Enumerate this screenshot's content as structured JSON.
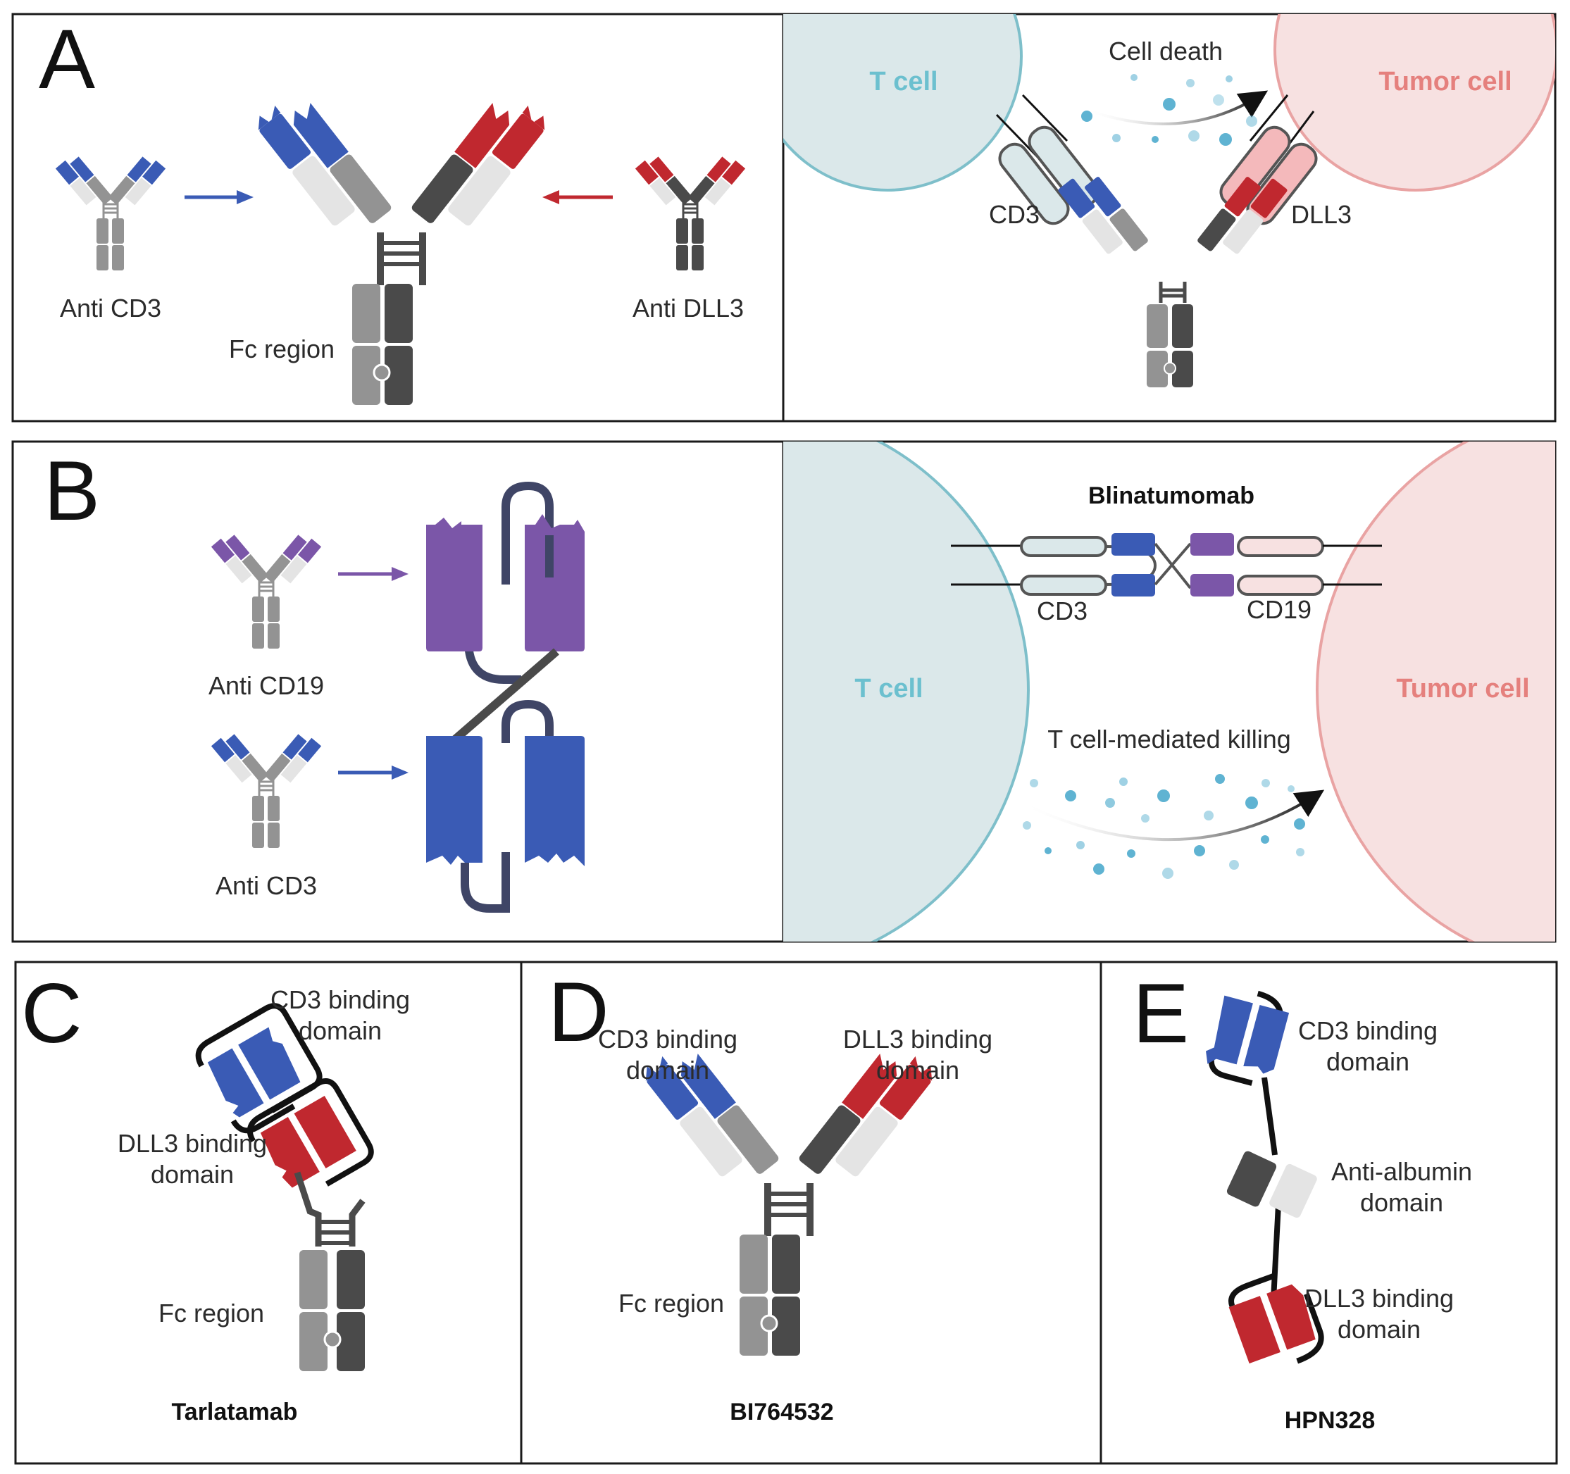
{
  "colors": {
    "blue": "#3a5bb5",
    "red": "#c0282f",
    "purple": "#7b56a8",
    "light_gray": "#e4e4e4",
    "mid_gray": "#939393",
    "dark_gray": "#4a4a4a",
    "tcell_fill": "#dbe8ea",
    "tcell_stroke": "#7ebfca",
    "tcell_text": "#6cc0cf",
    "tumor_fill": "#f7e1e1",
    "tumor_stroke": "#e9a3a3",
    "tumor_text": "#e5807d",
    "particle": "#5fb3d2"
  },
  "panel_a": {
    "letter": "A",
    "anti_cd3": "Anti CD3",
    "anti_dll3": "Anti DLL3",
    "fc_region": "Fc region",
    "t_cell": "T cell",
    "tumor_cell": "Tumor cell",
    "cell_death": "Cell death",
    "cd3": "CD3",
    "dll3": "DLL3"
  },
  "panel_b": {
    "letter": "B",
    "anti_cd19": "Anti CD19",
    "anti_cd3": "Anti CD3",
    "blinatumomab": "Blinatumomab",
    "cd3": "CD3",
    "cd19": "CD19",
    "t_cell": "T cell",
    "tumor_cell": "Tumor cell",
    "killing": "T cell-mediated killing"
  },
  "panel_c": {
    "letter": "C",
    "cd3_line1": "CD3 binding",
    "cd3_line2": "domain",
    "dll3_line1": "DLL3 binding",
    "dll3_line2": "domain",
    "fc_region": "Fc region",
    "name": "Tarlatamab"
  },
  "panel_d": {
    "letter": "D",
    "cd3_line1": "CD3 binding",
    "cd3_line2": "domain",
    "dll3_line1": "DLL3 binding",
    "dll3_line2": "domain",
    "fc_region": "Fc region",
    "name": "BI764532"
  },
  "panel_e": {
    "letter": "E",
    "cd3_line1": "CD3 binding",
    "cd3_line2": "domain",
    "alb_line1": "Anti-albumin",
    "alb_line2": "domain",
    "dll3_line1": "DLL3 binding",
    "dll3_line2": "domain",
    "name": "HPN328"
  }
}
